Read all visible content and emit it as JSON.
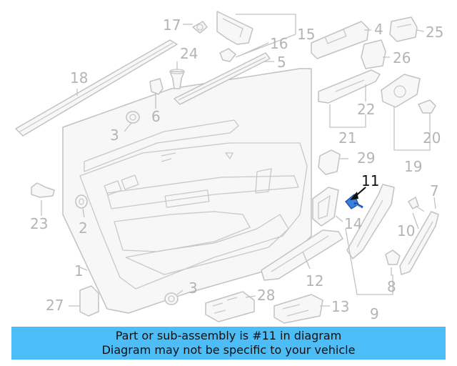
{
  "callouts": {
    "n1": "1",
    "n2": "2",
    "n3a": "3",
    "n3b": "3",
    "n4": "4",
    "n5": "5",
    "n6": "6",
    "n7": "7",
    "n8": "8",
    "n9": "9",
    "n10": "10",
    "n11": "11",
    "n12": "12",
    "n13": "13",
    "n14": "14",
    "n15": "15",
    "n16": "16",
    "n17": "17",
    "n18": "18",
    "n19": "19",
    "n20": "20",
    "n21": "21",
    "n22": "22",
    "n23": "23",
    "n24": "24",
    "n25": "25",
    "n26": "26",
    "n27": "27",
    "n28": "28",
    "n29": "29"
  },
  "highlight": {
    "part_number": "11",
    "color": "#3b7fe0"
  },
  "banner": {
    "line1": "Part or sub-assembly is #11 in diagram",
    "line2": "Diagram may not be specific to your vehicle",
    "color": "#4cbdf7"
  }
}
